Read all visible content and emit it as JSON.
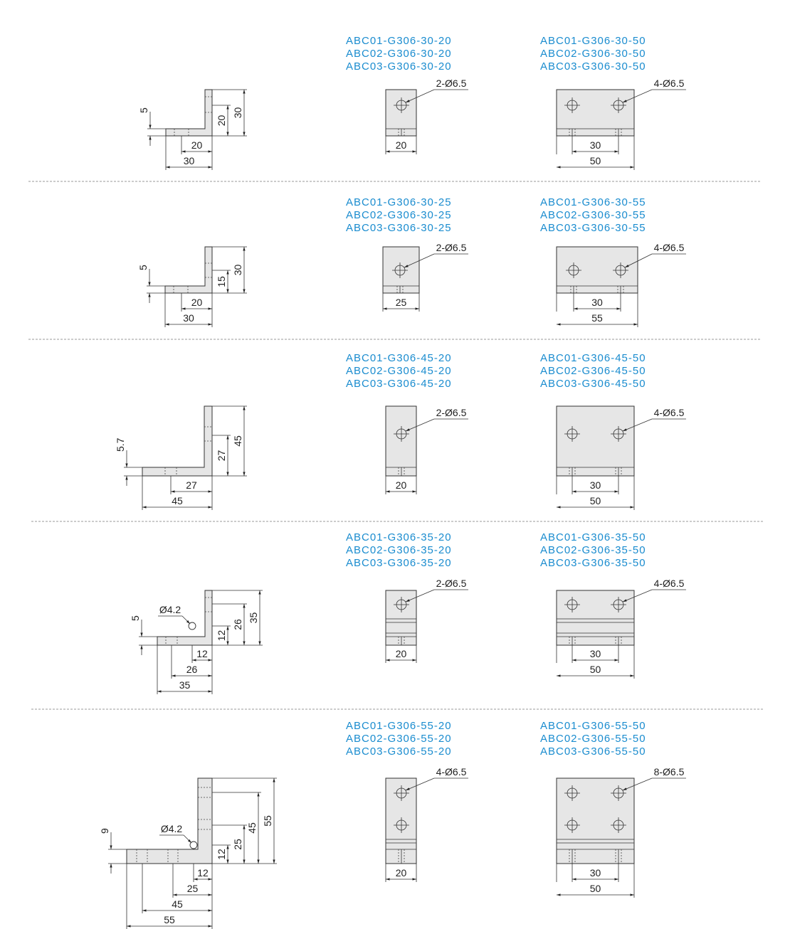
{
  "rows": [
    {
      "left": {
        "thickness": "5",
        "vertical": [
          "20",
          "30"
        ],
        "horizontal": [
          "20",
          "30"
        ]
      },
      "mid": {
        "codes": [
          "ABC01-G306-30-20",
          "ABC02-G306-30-20",
          "ABC03-G306-30-20"
        ],
        "holes": "2-Ø6.5",
        "width": "20"
      },
      "right": {
        "codes": [
          "ABC01-G306-30-50",
          "ABC02-G306-30-50",
          "ABC03-G306-30-50"
        ],
        "holes": "4-Ø6.5",
        "pitch": "30",
        "width": "50"
      }
    },
    {
      "left": {
        "thickness": "5",
        "vertical": [
          "15",
          "30"
        ],
        "horizontal": [
          "20",
          "30"
        ]
      },
      "mid": {
        "codes": [
          "ABC01-G306-30-25",
          "ABC02-G306-30-25",
          "ABC03-G306-30-25"
        ],
        "holes": "2-Ø6.5",
        "width": "25"
      },
      "right": {
        "codes": [
          "ABC01-G306-30-55",
          "ABC02-G306-30-55",
          "ABC03-G306-30-55"
        ],
        "holes": "4-Ø6.5",
        "pitch": "30",
        "width": "55"
      }
    },
    {
      "left": {
        "thickness": "5.7",
        "vertical": [
          "27",
          "45"
        ],
        "horizontal": [
          "27",
          "45"
        ]
      },
      "mid": {
        "codes": [
          "ABC01-G306-45-20",
          "ABC02-G306-45-20",
          "ABC03-G306-45-20"
        ],
        "holes": "2-Ø6.5",
        "width": "20"
      },
      "right": {
        "codes": [
          "ABC01-G306-45-50",
          "ABC02-G306-45-50",
          "ABC03-G306-45-50"
        ],
        "holes": "4-Ø6.5",
        "pitch": "30",
        "width": "50"
      }
    },
    {
      "left": {
        "thickness": "5",
        "hole": "Ø4.2",
        "vertical": [
          "12",
          "26",
          "35"
        ],
        "horizontal": [
          "12",
          "26",
          "35"
        ]
      },
      "mid": {
        "codes": [
          "ABC01-G306-35-20",
          "ABC02-G306-35-20",
          "ABC03-G306-35-20"
        ],
        "holes": "2-Ø6.5",
        "width": "20"
      },
      "right": {
        "codes": [
          "ABC01-G306-35-50",
          "ABC02-G306-35-50",
          "ABC03-G306-35-50"
        ],
        "holes": "4-Ø6.5",
        "pitch": "30",
        "width": "50"
      }
    },
    {
      "left": {
        "thickness": "9",
        "hole": "Ø4.2",
        "vertical": [
          "12",
          "25",
          "45",
          "55"
        ],
        "horizontal": [
          "12",
          "25",
          "45",
          "55"
        ]
      },
      "mid": {
        "codes": [
          "ABC01-G306-55-20",
          "ABC02-G306-55-20",
          "ABC03-G306-55-20"
        ],
        "holes": "4-Ø6.5",
        "width": "20"
      },
      "right": {
        "codes": [
          "ABC01-G306-55-50",
          "ABC02-G306-55-50",
          "ABC03-G306-55-50"
        ],
        "holes": "8-Ø6.5",
        "pitch": "30",
        "width": "50"
      }
    }
  ]
}
